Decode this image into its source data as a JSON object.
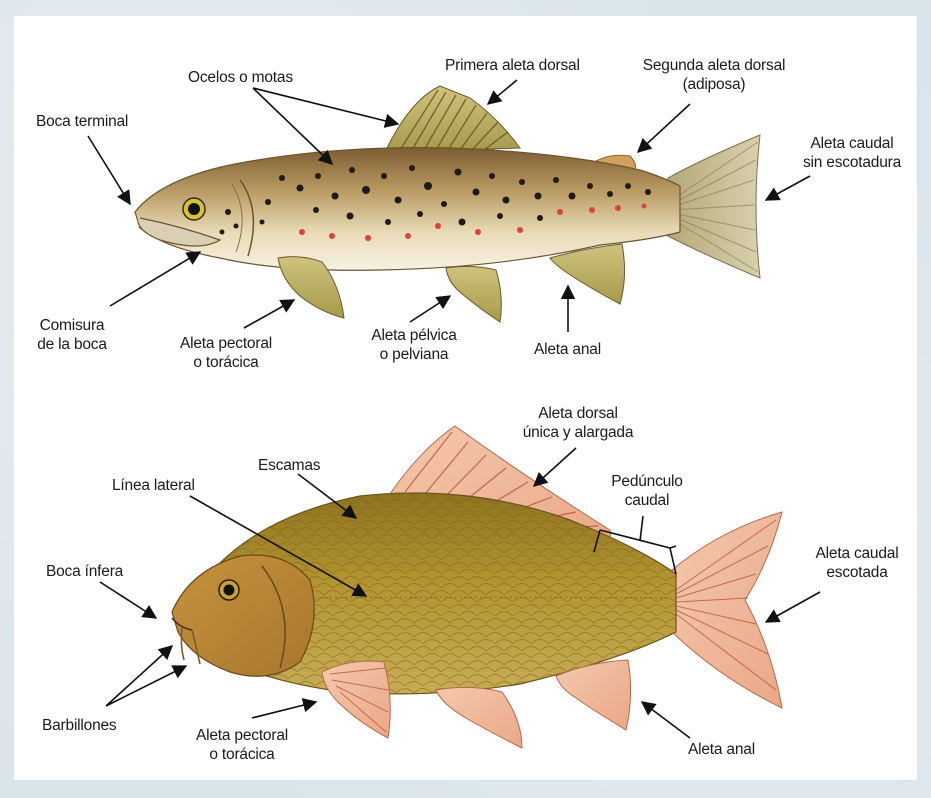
{
  "trout": {
    "labels": {
      "ocelos": "Ocelos o motas",
      "primera_dorsal": "Primera aleta dorsal",
      "segunda_dorsal_1": "Segunda aleta dorsal",
      "segunda_dorsal_2": "(adiposa)",
      "boca_terminal": "Boca terminal",
      "caudal_1": "Aleta caudal",
      "caudal_2": "sin escotadura",
      "comisura_1": "Comisura",
      "comisura_2": "de la boca",
      "pectoral_1": "Aleta pectoral",
      "pectoral_2": "o torácica",
      "pelvica_1": "Aleta pélvica",
      "pelvica_2": "o pelviana",
      "anal": "Aleta anal"
    }
  },
  "carp": {
    "labels": {
      "dorsal_1": "Aleta dorsal",
      "dorsal_2": "única y alargada",
      "escamas": "Escamas",
      "linea_lateral": "Línea lateral",
      "pedunculo_1": "Pedúnculo",
      "pedunculo_2": "caudal",
      "boca_infera": "Boca ínfera",
      "caudal_1": "Aleta caudal",
      "caudal_2": "escotada",
      "barbillones": "Barbillones",
      "pectoral_1": "Aleta pectoral",
      "pectoral_2": "o torácica",
      "anal": "Aleta anal"
    }
  },
  "colors": {
    "trout_body": "#c9b27a",
    "trout_back": "#8a6a3c",
    "trout_belly": "#f3ecd6",
    "trout_fin": "#c9c07a",
    "carp_body": "#b8962e",
    "carp_fin": "#f0b89a",
    "arrow": "#111111"
  }
}
